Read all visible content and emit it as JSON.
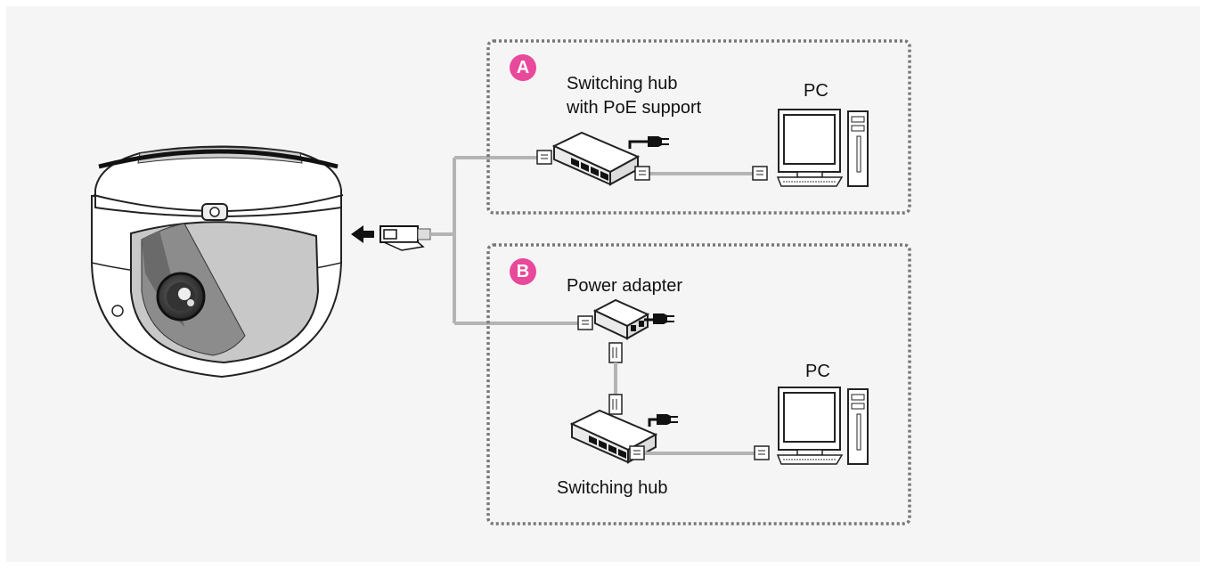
{
  "colors": {
    "background": "#f5f5f5",
    "badge": "#e8499a",
    "cable": "#b4b4b4",
    "dashed_border": "#777777"
  },
  "panel_a": {
    "badge": "A",
    "hub_label_line1": "Switching hub",
    "hub_label_line2": "with PoE support",
    "pc_label": "PC"
  },
  "panel_b": {
    "badge": "B",
    "adapter_label": "Power adapter",
    "pc_label": "PC",
    "hub_label": "Switching hub"
  }
}
